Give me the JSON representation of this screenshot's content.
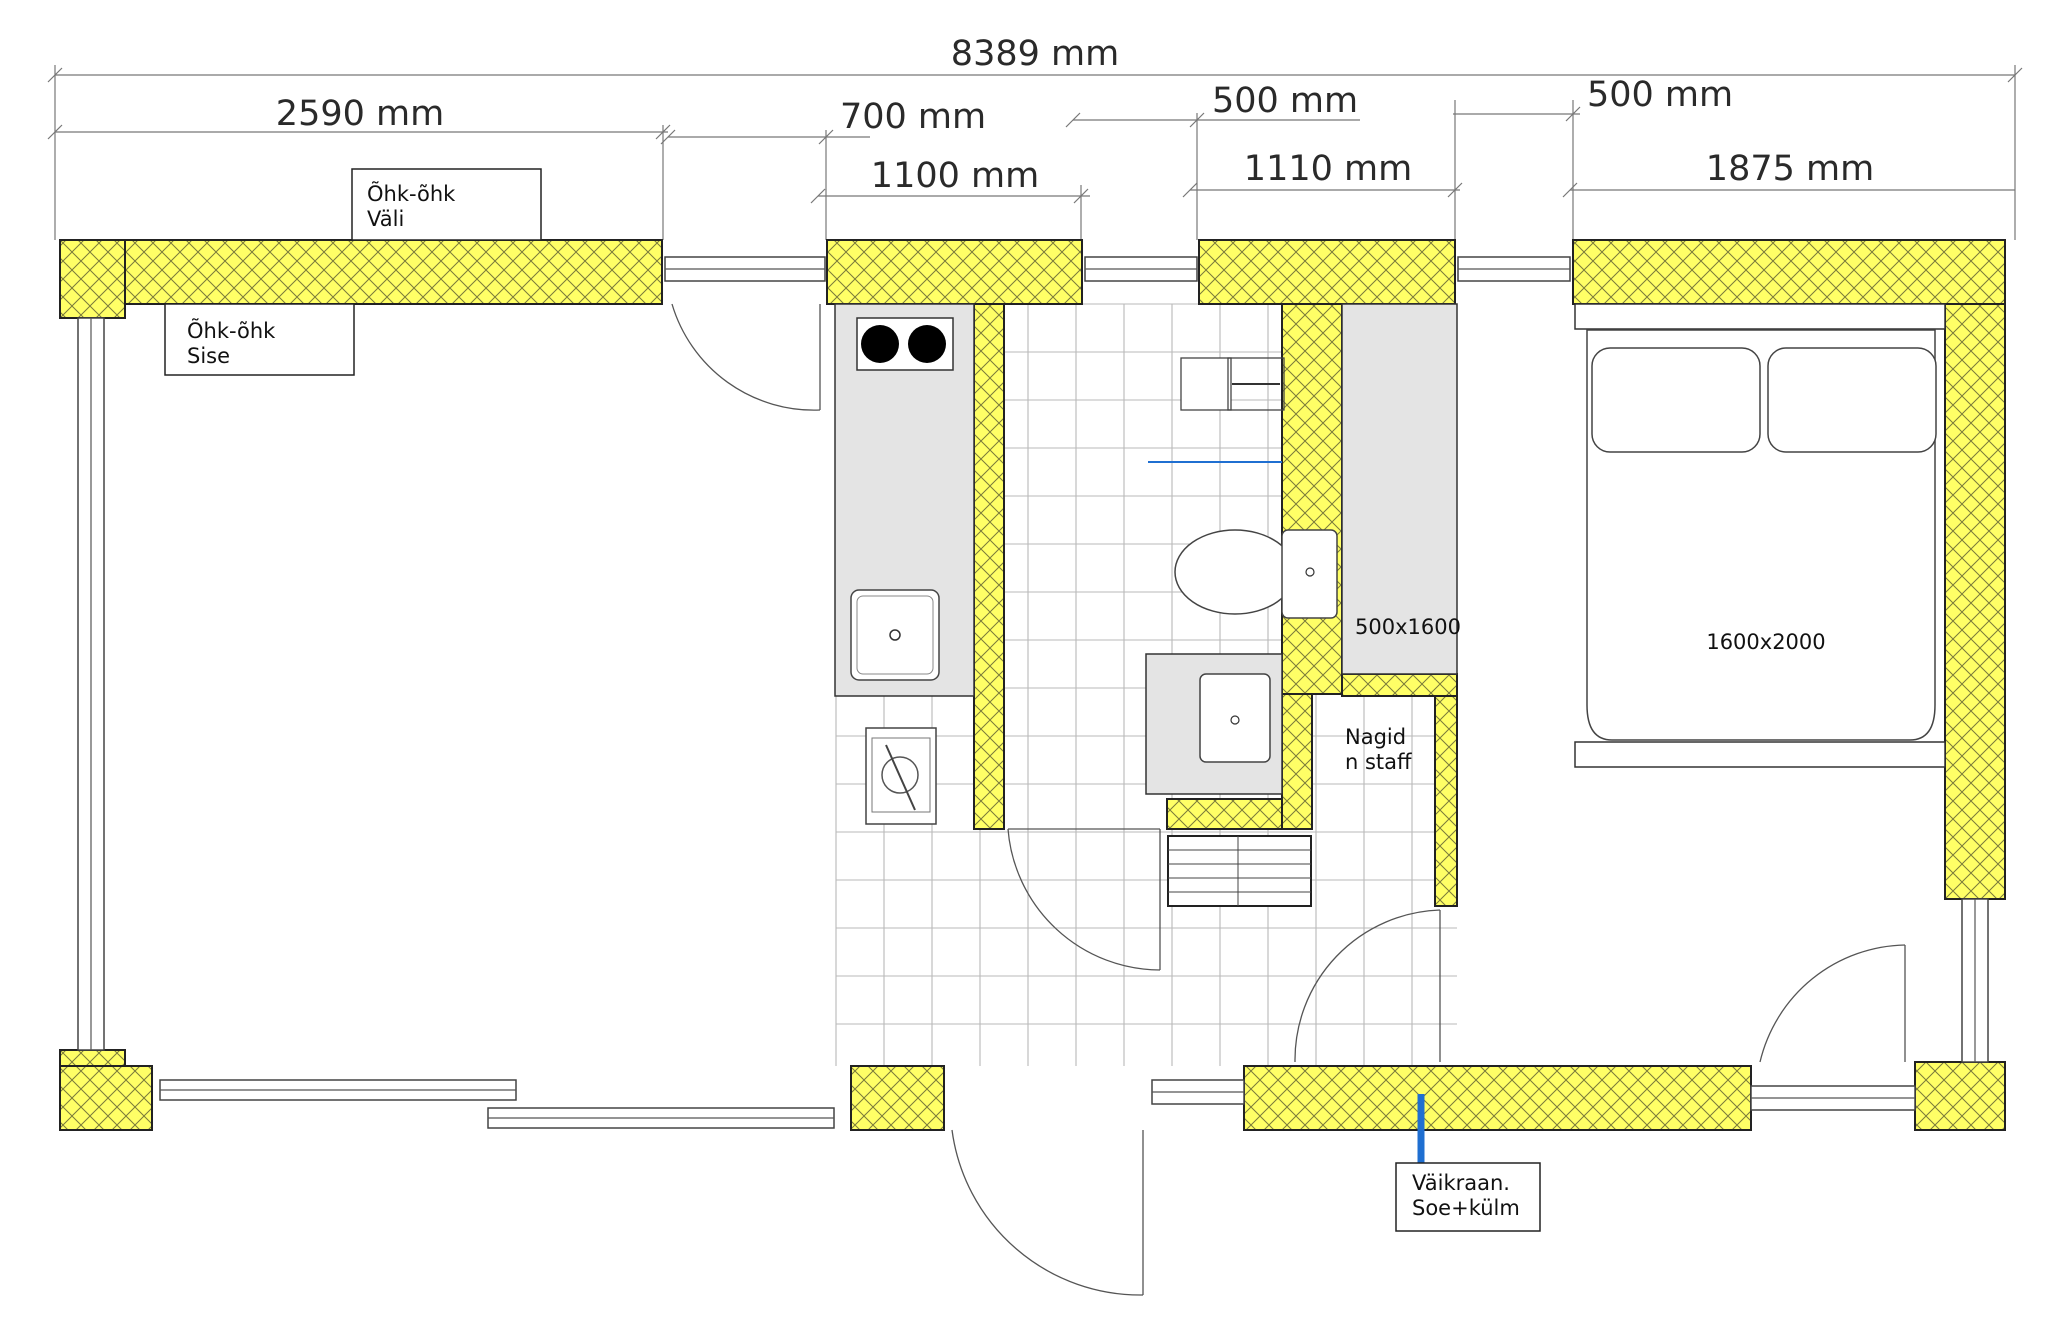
{
  "dimensions": {
    "overall": "8389 mm",
    "left_room": "2590 mm",
    "gap_700": "700 mm",
    "kitchen": "1100 mm",
    "gap_500_a": "500 mm",
    "bath": "1110 mm",
    "gap_500_b": "500 mm",
    "bedroom": "1875 mm"
  },
  "labels": {
    "ohk_vali_line1": "Õhk-õhk",
    "ohk_vali_line2": "Väli",
    "ohk_sise_line1": "Õhk-õhk",
    "ohk_sise_line2": "Sise",
    "shower": "500x1600",
    "bed": "1600x2000",
    "shelves_line1": "Nagid",
    "shelves_line2": "n staff",
    "tap_line1": "Väikraan.",
    "tap_line2": "Soe+külm"
  },
  "colors": {
    "wall_fill": "#ffff66",
    "hatch_line": "#7a7a3a",
    "accent_line": "#1f6fd1",
    "counter": "#e4e4e4"
  }
}
